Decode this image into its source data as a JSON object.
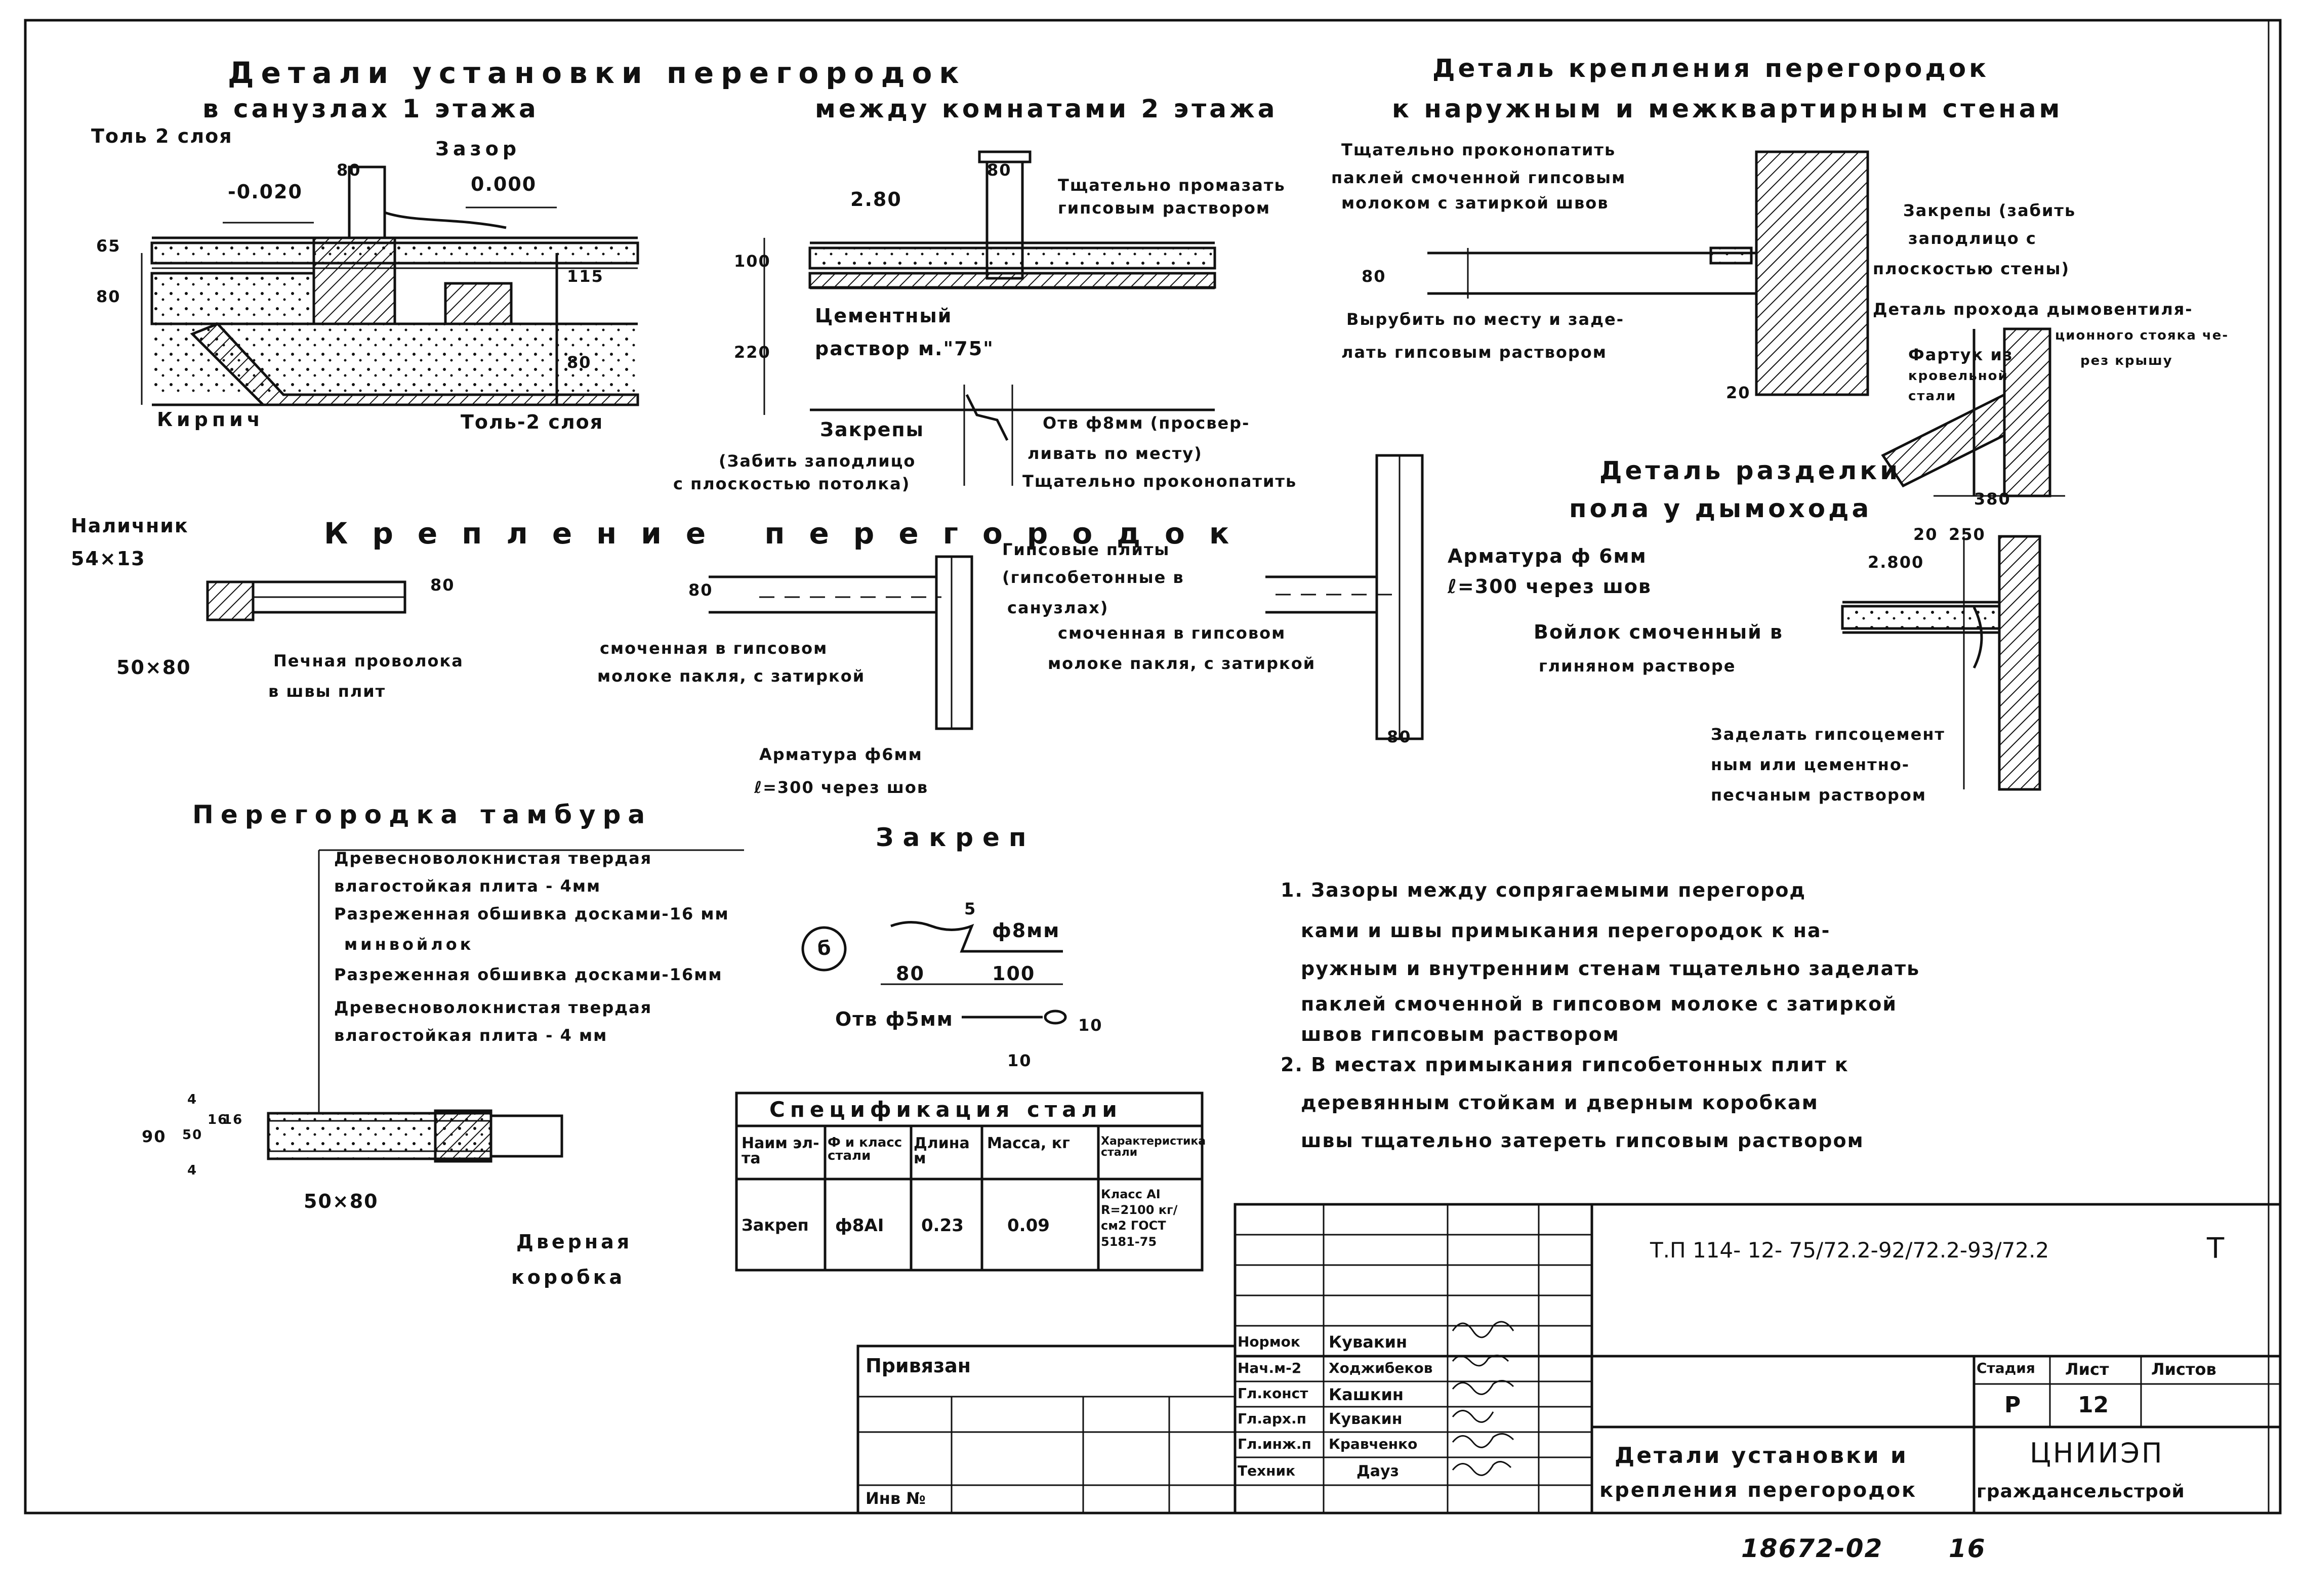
{
  "headings": {
    "install_1": "Детали установки перегородок",
    "install_2": "в санузлах 1 этажа",
    "between_rooms": "между комнатами 2 этажа",
    "fixing_1": "Деталь крепления перегородок",
    "fixing_2": "к наружным и межквартирным стенам",
    "mounting": "Крепление перегородок",
    "vestibule": "Перегородка тамбура",
    "clamp": "Закреп",
    "chimney_1": "Деталь разделки",
    "chimney_2": "пола у дымохода"
  },
  "labels": {
    "tol_top": "Толь 2 слоя",
    "zazor": "Зазор",
    "lvl_m0020": "-0.020",
    "lvl_0000": "0.000",
    "kirpich": "Кирпич",
    "tol_bottom": "Толь-2 слоя",
    "lvl_2800": "2.80",
    "promazat_1": "Тщательно промазать",
    "promazat_2": "гипсовым раствором",
    "cement_1": "Цементный",
    "cement_2": "раствор м.\"75\"",
    "zakrepy": "Закрепы",
    "zabit_1": "(Забить заподлицо",
    "zabit_2": "с плоскостью потолка)",
    "otv8_1": "Отв ф8мм (просвер-",
    "otv8_2": "ливать по месту)",
    "prokonopatit_1": "Тщательно проконопатить",
    "konop_1": "Тщательно проконопатить",
    "konop_2": "паклей смоченной гипсовым",
    "konop_3": "молоком с затиркой швов",
    "zakrepy_zabit_1": "Закрепы (забить",
    "zakrepy_zabit_2": "заподлицо с",
    "zakrepy_zabit_3": "плоскостью стены)",
    "vyrubit_1": "Вырубить по месту и заде-",
    "vyrubit_2": "лать гипсовым раствором",
    "prohod_1": "Деталь прохода дымовентиля-",
    "prohod_2": "ционного стояка че-",
    "prohod_3": "рез крышу",
    "fartuk_1": "Фартук из",
    "fartuk_2": "кровельной",
    "fartuk_3": "стали",
    "nalichnik_1": "Наличник",
    "nalichnik_2": "54×13",
    "sz_50x80_a": "50×80",
    "provoloka_1": "Печная проволока",
    "provoloka_2": "в швы плит",
    "gips_1": "Гипсовые плиты",
    "gips_2": "(гипсобетонные в",
    "gips_3": "санузлах)",
    "pakla_a_1": "смоченная в гипсовом",
    "pakla_a_2": "молоке пакля, с затиркой",
    "arm_a_1": "Арматура ф6мм",
    "arm_a_2": "ℓ=300 через шов",
    "pakla_b_1": "смоченная в гипсовом",
    "pakla_b_2": "молоке пакля, с затиркой",
    "arm_b_1": "Арматура ф 6мм",
    "arm_b_2": "ℓ=300 через шов",
    "voylok_1": "Войлок смоченный в",
    "voylok_2": "глиняном растворе",
    "lvl_2800b": "2.800",
    "zadelat_1": "Заделать гипсоцемент",
    "zadelat_2": "ным или цементно-",
    "zadelat_3": "песчаным раствором",
    "vest_1": "Древесноволокнистая твердая",
    "vest_2": "влагостойкая плита - 4мм",
    "vest_3": "Разреженная обшивка досками-16 мм",
    "vest_4": "минвойлок",
    "vest_5": "Разреженная обшивка досками-16мм",
    "vest_6": "Древесноволокнистая твердая",
    "vest_7": "влагостойкая плита - 4 мм",
    "sz_50x80_b": "50×80",
    "door_1": "Дверная",
    "door_2": "коробка",
    "clamp_mark": "б",
    "clamp_d8": "ф8мм",
    "clamp_otv": "Отв ф5мм"
  },
  "dims": {
    "d80_a": "80",
    "d65": "65",
    "d80_b": "80",
    "d115": "115",
    "d80_c": "80",
    "d80_d": "80",
    "d100": "100",
    "d220": "220",
    "d80_e": "80",
    "d20_a": "20",
    "d380": "380",
    "d20_b": "20",
    "d250": "250",
    "d80_f": "80",
    "d80_g": "80",
    "d80_h": "80",
    "d90": "90",
    "d4_a": "4",
    "d50": "50",
    "d16_a": "16",
    "d16_b": "16",
    "d4_b": "4",
    "d5": "5",
    "d80_i": "80",
    "d100_b": "100",
    "d10_a": "10",
    "d10_b": "10"
  },
  "notes": [
    "1. Зазоры между сопрягаемыми перегород",
    "ками и швы примыкания перегородок к на-",
    "ружным и внутренним стенам тщательно заделать",
    "паклей смоченной в гипсовом молоке с затиркой",
    "швов гипсовым раствором",
    "2. В местах примыкания гипсобетонных плит к",
    "деревянным стойкам и дверным коробкам",
    "швы тщательно затереть гипсовым раствором"
  ],
  "spec": {
    "title": "Спецификация стали",
    "headers": [
      "Наим эл-та",
      "Ф и класс стали",
      "Длина м",
      "Масса, кг",
      "Характеристика стали"
    ],
    "row": [
      "Закреп",
      "ф8АI",
      "0.23",
      "0.09",
      "Класс АI R=2100 кг/см2 ГОСТ 5181-75"
    ]
  },
  "title_block": {
    "code": "Т.П 114- 12- 75/72.2-92/72.2-93/72.2",
    "letter": "Т",
    "privyazan": "Привязан",
    "inv": "Инв №",
    "roles": [
      "Нормок",
      "Нач.м-2",
      "Гл.конст",
      "Гл.арх.п",
      "Гл.инж.п",
      "Техник"
    ],
    "names": [
      "Кувакин",
      "Ходжибеков",
      "Кашкин",
      "Кувакин",
      "Кравченко",
      "Дауз"
    ],
    "stage_h": "Стадия",
    "sheet_h": "Лист",
    "sheets_h": "Листов",
    "stage": "Р",
    "sheet": "12",
    "title_1": "Детали установки и",
    "title_2": "крепления перегородок",
    "org_1": "ЦНИИЭП",
    "org_2": "граждансельстрой"
  },
  "footer": {
    "archive": "18672-02",
    "page": "16"
  }
}
